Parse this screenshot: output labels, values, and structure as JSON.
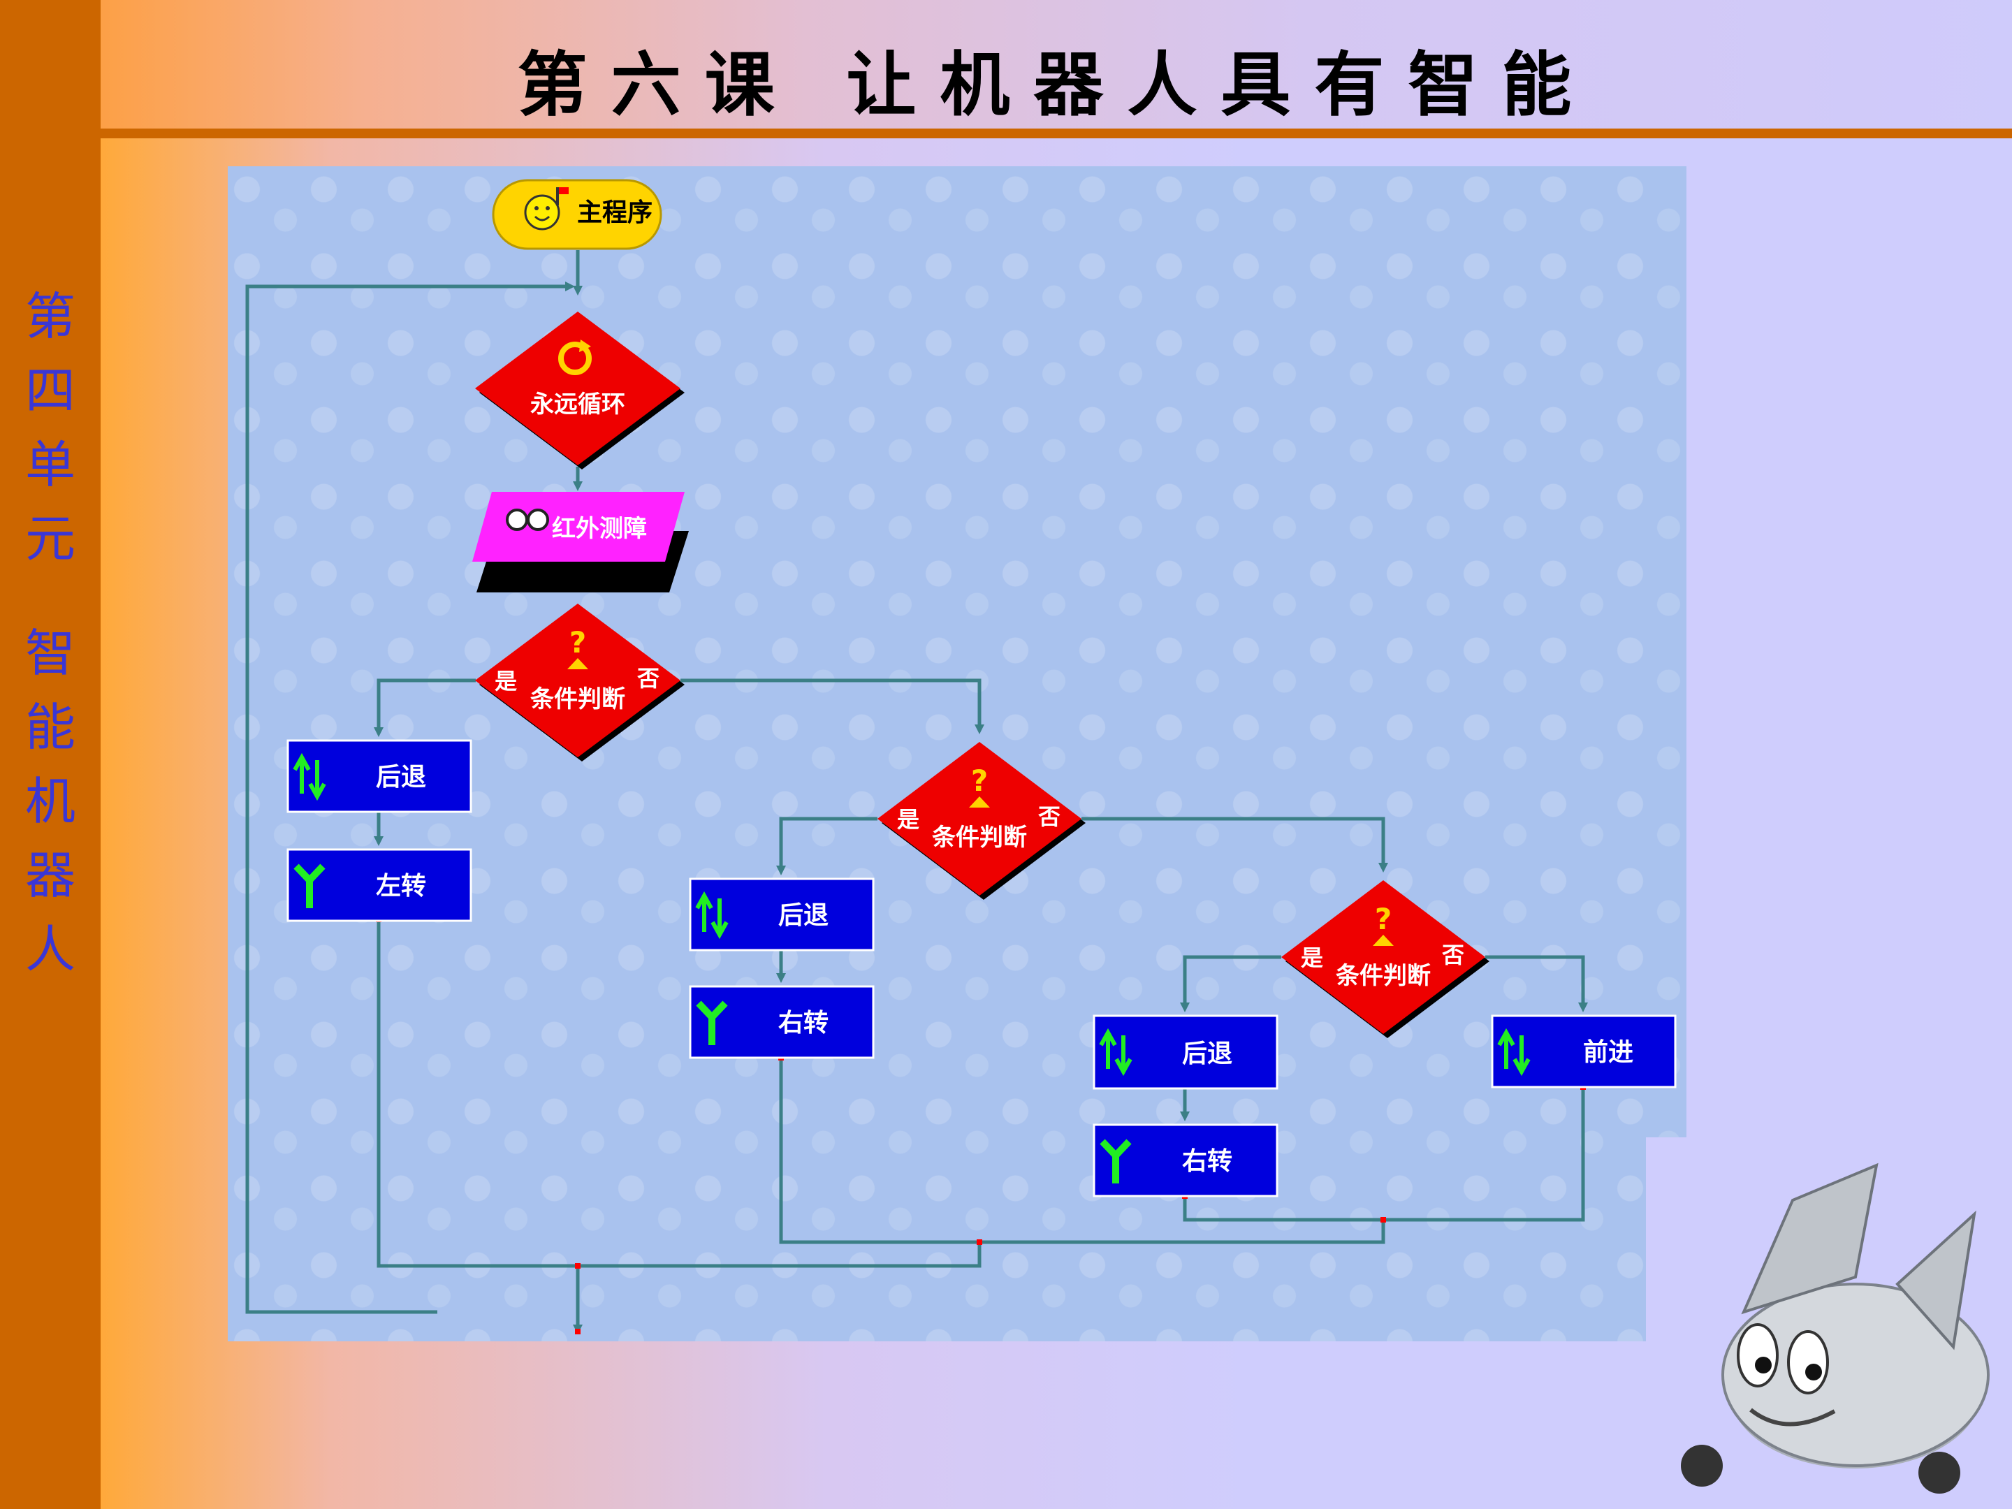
{
  "slide": {
    "title": "第六课 让机器人具有智能",
    "sidebar_chars_1": [
      "第",
      "四",
      "单",
      "元"
    ],
    "sidebar_chars_2": [
      "智",
      "能",
      "机",
      "器",
      "人"
    ]
  },
  "flow": {
    "start": "主程序",
    "loop": "永远循环",
    "sensor": "红外测障",
    "decision": "条件判断",
    "yes": "是",
    "no": "否",
    "back": "后退",
    "left": "左转",
    "right": "右转",
    "forward": "前进"
  },
  "colors": {
    "sidebar": "#cc6600",
    "decision": "#ee0000",
    "action": "#0000dd",
    "sensor": "#ff22ff",
    "start": "#ffd400",
    "connector": "#3b7f86"
  }
}
